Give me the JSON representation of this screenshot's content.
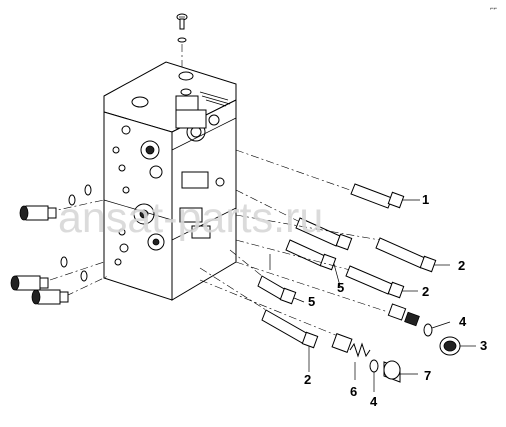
{
  "watermark": "ansat-parts.ru",
  "corner_mark": "⌐⌐",
  "callouts": [
    {
      "id": "c1",
      "label": "1"
    },
    {
      "id": "c2a",
      "label": "2"
    },
    {
      "id": "c2b",
      "label": "2"
    },
    {
      "id": "c2c",
      "label": "2"
    },
    {
      "id": "c3",
      "label": "3"
    },
    {
      "id": "c4a",
      "label": "4"
    },
    {
      "id": "c4b",
      "label": "4"
    },
    {
      "id": "c5a",
      "label": "5"
    },
    {
      "id": "c5b",
      "label": "5"
    },
    {
      "id": "c6",
      "label": "6"
    },
    {
      "id": "c7",
      "label": "7"
    }
  ]
}
